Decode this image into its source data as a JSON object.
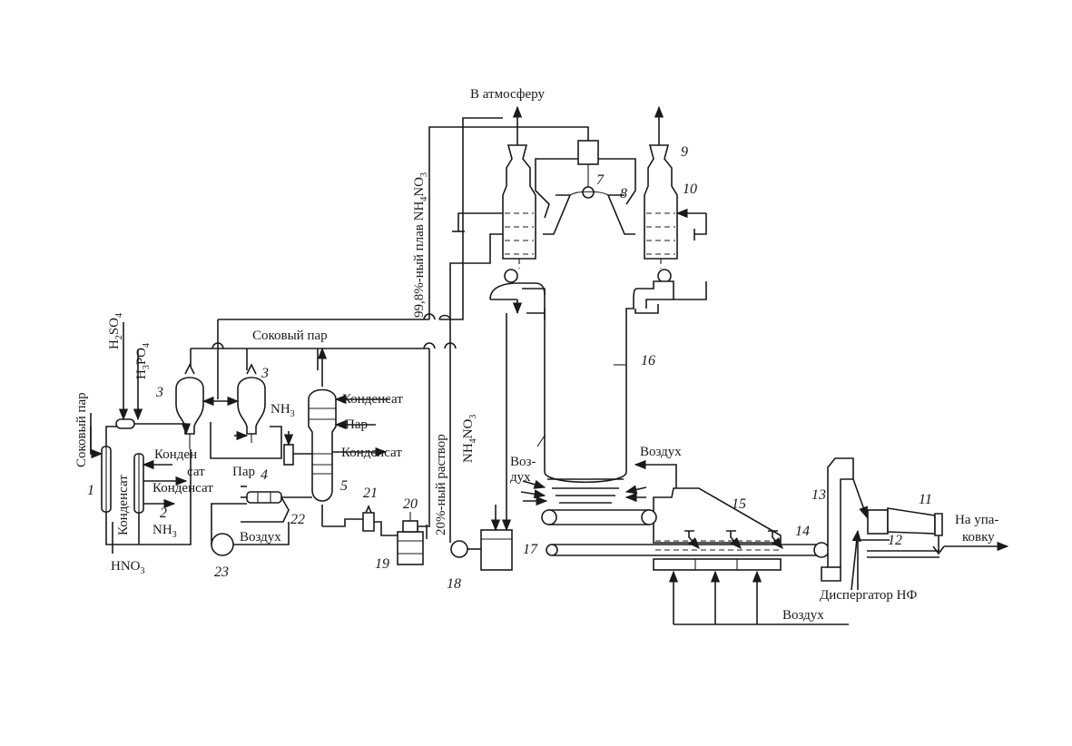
{
  "labels": {
    "to_atmosphere": "В атмосферу",
    "melt_999": "99,8%-ный плав NH",
    "melt_999_sub": "4",
    "melt_999_tail": "NO",
    "melt_999_sub2": "3",
    "juice_steam_main": "Соковый пар",
    "juice_steam_left": "Соковый пар",
    "h2so4": "H",
    "h2so4_sub": "2",
    "h2so4_tail": "SO",
    "h2so4_sub2": "4",
    "h3po4": "H",
    "h3po4_sub": "3",
    "h3po4_tail": "PO",
    "h3po4_sub2": "4",
    "nh3_top": "NH",
    "nh3_top_sub": "3",
    "condensate_1": "Конденсат",
    "steam_1": "Пар",
    "condensate_2": "Конденсат",
    "condensate_3a": "Конден",
    "condensate_3b": "сат",
    "steam_2": "Пар",
    "condensate_4": "Конденсат",
    "condensate_vertical": "Конденсат",
    "nh3_bottom": "NH",
    "nh3_bottom_sub": "3",
    "hno3": "HNO",
    "hno3_sub": "3",
    "air_1": "Воздух",
    "solution_20": "20%-ный раствор",
    "nh4no3": "NH",
    "nh4no3_sub": "4",
    "nh4no3_tail": "NO",
    "nh4no3_sub2": "3",
    "air_left_a": "Воз-",
    "air_left_b": "дух",
    "air_right": "Воздух",
    "air_bottom": "Воздух",
    "packing_a": "На упа-",
    "packing_b": "ковку",
    "disperser": "Диспергатор НФ"
  },
  "numbers": [
    "1",
    "2",
    "3",
    "3",
    "4",
    "5",
    "7",
    "8",
    "9",
    "10",
    "11",
    "12",
    "13",
    "14",
    "15",
    "16",
    "17",
    "18",
    "19",
    "20",
    "21",
    "22",
    "23"
  ]
}
